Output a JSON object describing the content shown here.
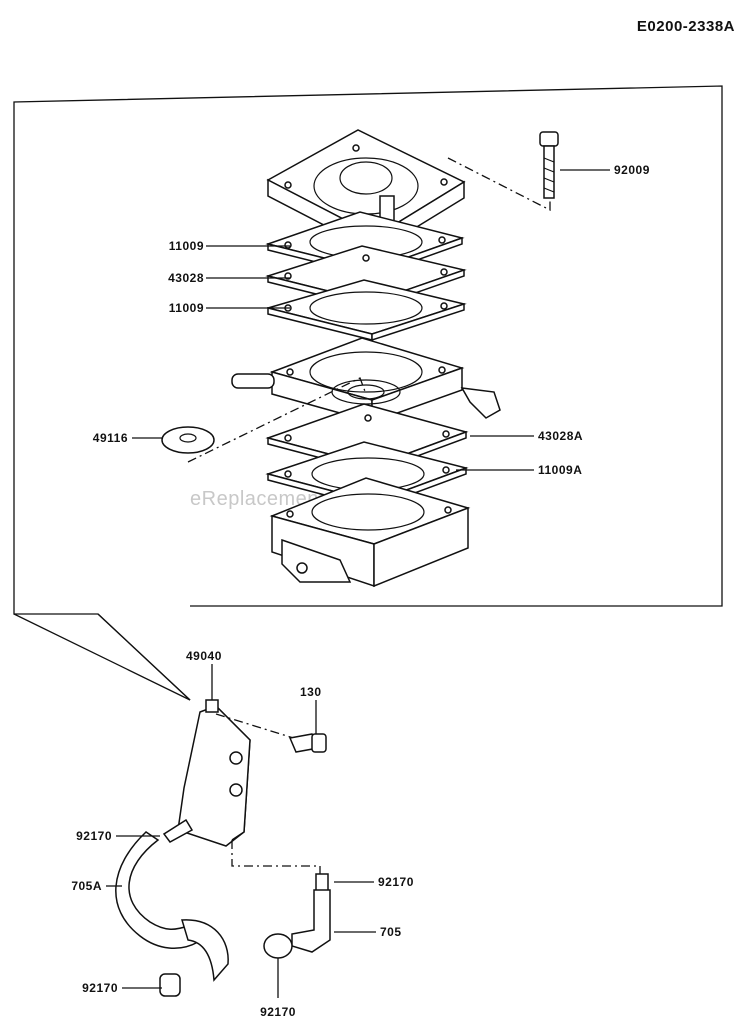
{
  "diagram": {
    "code": "E0200-2338A",
    "watermark": "eReplacementParts.com",
    "parts": [
      {
        "id": "p92009",
        "label": "92009"
      },
      {
        "id": "p11009a",
        "label": "11009"
      },
      {
        "id": "p43028a",
        "label": "43028"
      },
      {
        "id": "p11009b",
        "label": "11009"
      },
      {
        "id": "p49116",
        "label": "49116"
      },
      {
        "id": "p43028A",
        "label": "43028A"
      },
      {
        "id": "p11009A",
        "label": "11009A"
      },
      {
        "id": "p49040",
        "label": "49040"
      },
      {
        "id": "p130",
        "label": "130"
      },
      {
        "id": "p92170a",
        "label": "92170"
      },
      {
        "id": "p705A",
        "label": "705A"
      },
      {
        "id": "p92170b",
        "label": "92170"
      },
      {
        "id": "p705",
        "label": "705"
      },
      {
        "id": "p92170c",
        "label": "92170"
      },
      {
        "id": "p92170d",
        "label": "92170"
      }
    ]
  }
}
